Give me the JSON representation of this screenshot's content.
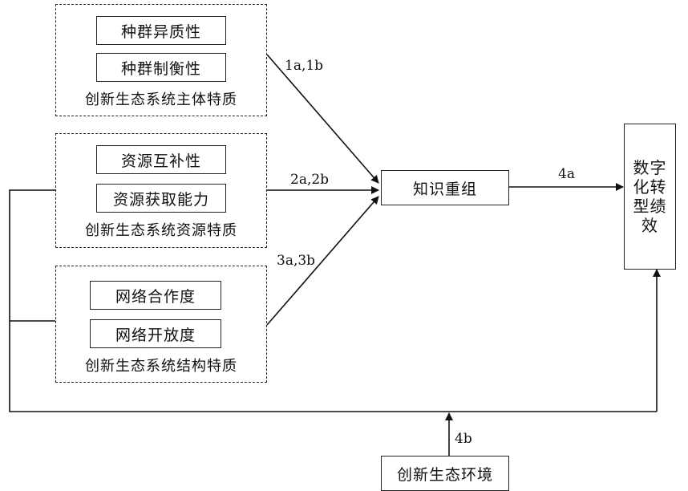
{
  "groups": [
    {
      "id": "subject",
      "items": [
        "种群异质性",
        "种群制衡性"
      ],
      "caption": "创新生态系统主体特质"
    },
    {
      "id": "resource",
      "items": [
        "资源互补性",
        "资源获取能力"
      ],
      "caption": "创新生态系统资源特质"
    },
    {
      "id": "structure",
      "items": [
        "网络合作度",
        "网络开放度"
      ],
      "caption": "创新生态系统结构特质"
    }
  ],
  "mediator": "知识重组",
  "outcome": [
    "数字",
    "化转",
    "型绩",
    "效"
  ],
  "moderator": "创新生态环境",
  "paths": {
    "h1": "1a,1b",
    "h2": "2a,2b",
    "h3": "3a,3b",
    "h4a": "4a",
    "h4b": "4b"
  }
}
